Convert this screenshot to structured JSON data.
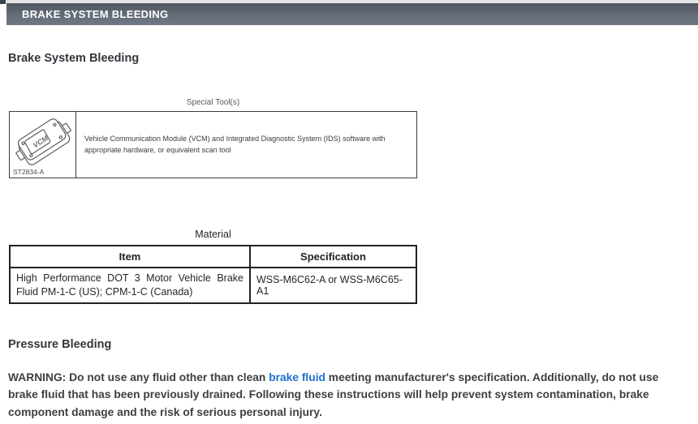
{
  "header_bar": {
    "title": "BRAKE SYSTEM BLEEDING"
  },
  "section_title": "Brake System Bleeding",
  "special_tools": {
    "caption": "Special Tool(s)",
    "rows": [
      {
        "tool_id": "ST2834-A",
        "tool_image": "vcm-scan-tool-illustration",
        "description": "Vehicle Communication Module (VCM) and Integrated Diagnostic System (IDS) software with appropriate hardware, or equivalent scan tool"
      }
    ]
  },
  "material": {
    "caption": "Material",
    "columns": [
      "Item",
      "Specification"
    ],
    "rows": [
      {
        "item": "High Performance DOT 3 Motor Vehicle Brake Fluid PM-1-C (US); CPM-1-C (Canada)",
        "specification": "WSS-M6C62-A or WSS-M6C65-A1"
      }
    ]
  },
  "subsection_title": "Pressure Bleeding",
  "warning": {
    "prefix": "WARNING: Do not use any fluid other than clean ",
    "link_text": "brake fluid",
    "suffix": " meeting manufacturer's specification. Additionally, do not use brake fluid that has been previously drained. Following these instructions will help prevent system contamination, brake component damage and the risk of serious personal injury."
  },
  "colors": {
    "header_bar_top": "#4e5660",
    "header_bar_bottom": "#6f7985",
    "link_blue": "#1d6fd2",
    "body_text": "#3c4043",
    "table_border": "#222222"
  }
}
